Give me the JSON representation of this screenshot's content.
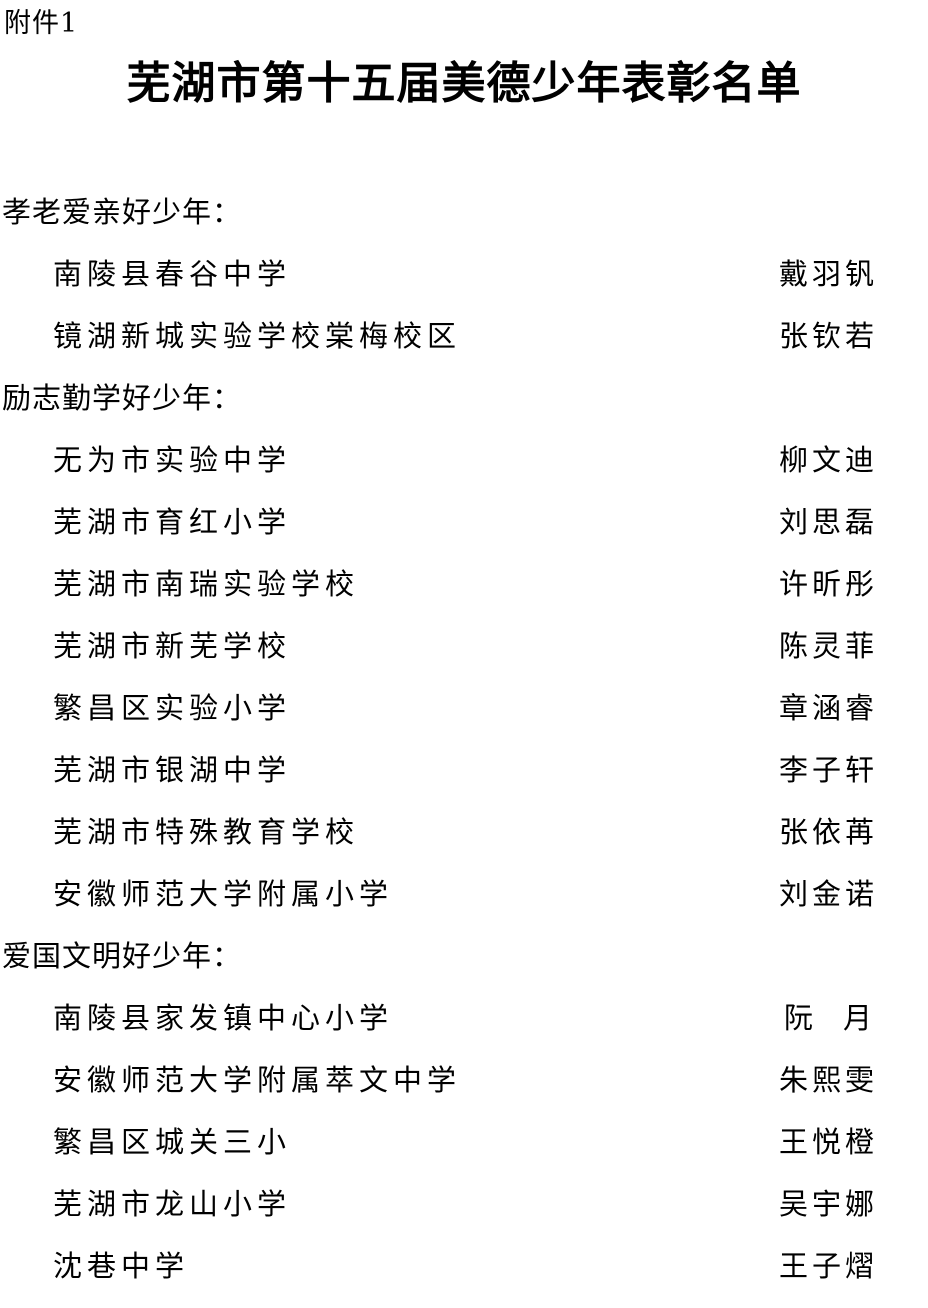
{
  "document": {
    "annex_label": "附件1",
    "title": "芜湖市第十五届美德少年表彰名单"
  },
  "sections": [
    {
      "heading": "孝老爱亲好少年：",
      "entries": [
        {
          "school": "南陵县春谷中学",
          "name": "戴羽钒"
        },
        {
          "school": "镜湖新城实验学校棠梅校区",
          "name": "张钦若"
        }
      ]
    },
    {
      "heading": "励志勤学好少年：",
      "entries": [
        {
          "school": "无为市实验中学",
          "name": "柳文迪"
        },
        {
          "school": "芜湖市育红小学",
          "name": "刘思磊"
        },
        {
          "school": "芜湖市南瑞实验学校",
          "name": "许昕彤"
        },
        {
          "school": "芜湖市新芜学校",
          "name": "陈灵菲"
        },
        {
          "school": "繁昌区实验小学",
          "name": "章涵睿"
        },
        {
          "school": "芜湖市银湖中学",
          "name": "李子轩"
        },
        {
          "school": "芜湖市特殊教育学校",
          "name": "张依苒"
        },
        {
          "school": "安徽师范大学附属小学",
          "name": "刘金诺"
        }
      ]
    },
    {
      "heading": "爱国文明好少年：",
      "entries": [
        {
          "school": "南陵县家发镇中心小学",
          "name": "阮月"
        },
        {
          "school": "安徽师范大学附属萃文中学",
          "name": "朱熙雯"
        },
        {
          "school": "繁昌区城关三小",
          "name": "王悦橙"
        },
        {
          "school": "芜湖市龙山小学",
          "name": "吴宇娜"
        },
        {
          "school": "沈巷中学",
          "name": "王子熠"
        }
      ]
    }
  ]
}
